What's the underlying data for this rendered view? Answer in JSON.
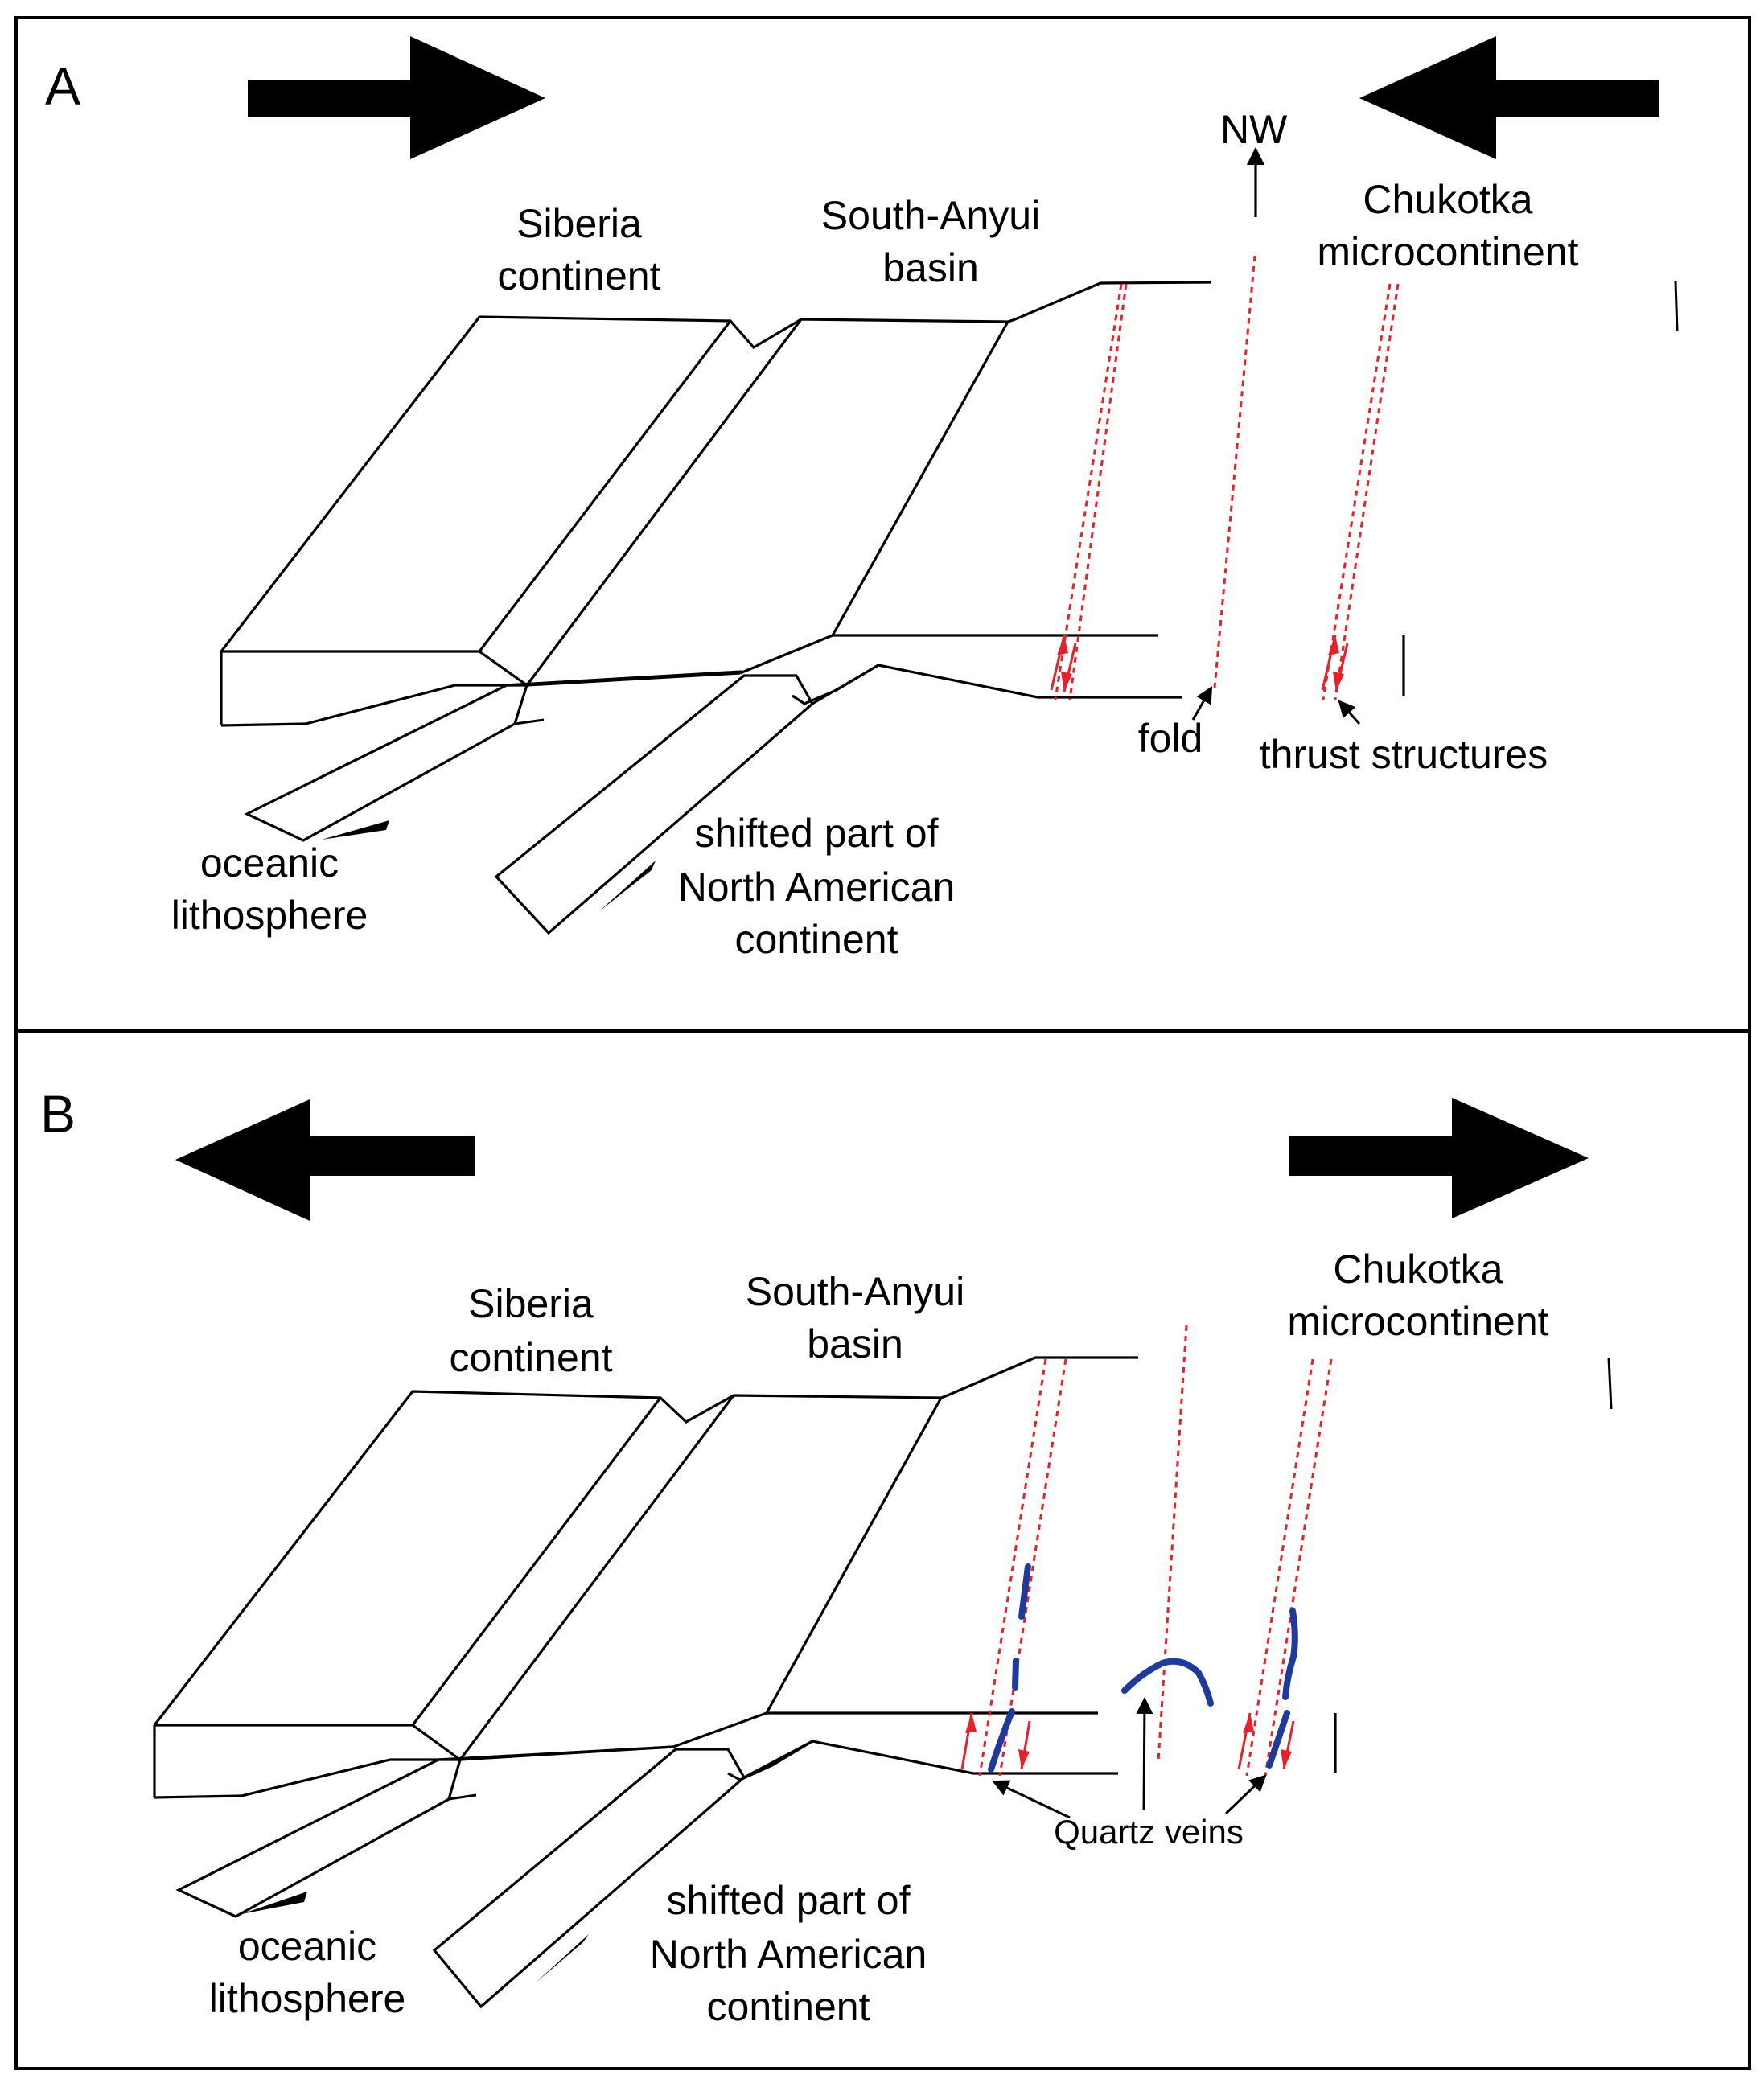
{
  "colors": {
    "frame": "#000000",
    "fault_line": "#e8202a",
    "shear_arrow": "#e8202a",
    "quartz_vein": "#1f3a9e",
    "background": "#ffffff"
  },
  "panels": [
    {
      "id": "A",
      "letter": "A",
      "regime": "compression (arrows point inward)",
      "labels": {
        "direction": "NW",
        "siberia_1": "Siberia",
        "siberia_2": "continent",
        "basin_1": "South-Anyui",
        "basin_2": "basin",
        "chukotka_1": "Chukotka",
        "chukotka_2": "microcontinent",
        "fold": "fold",
        "thrust": "thrust structures",
        "oceanic_1": "oceanic",
        "oceanic_2": "lithosphere",
        "shifted_1": "shifted part of",
        "shifted_2": "North American",
        "shifted_3": "continent"
      }
    },
    {
      "id": "B",
      "letter": "B",
      "regime": "extension (arrows point outward)",
      "labels": {
        "siberia_1": "Siberia",
        "siberia_2": "continent",
        "basin_1": "South-Anyui",
        "basin_2": "basin",
        "chukotka_1": "Chukotka",
        "chukotka_2": "microcontinent",
        "quartz": "Quartz veins",
        "oceanic_1": "oceanic",
        "oceanic_2": "lithosphere",
        "shifted_1": "shifted part of",
        "shifted_2": "North American",
        "shifted_3": "continent"
      }
    }
  ]
}
